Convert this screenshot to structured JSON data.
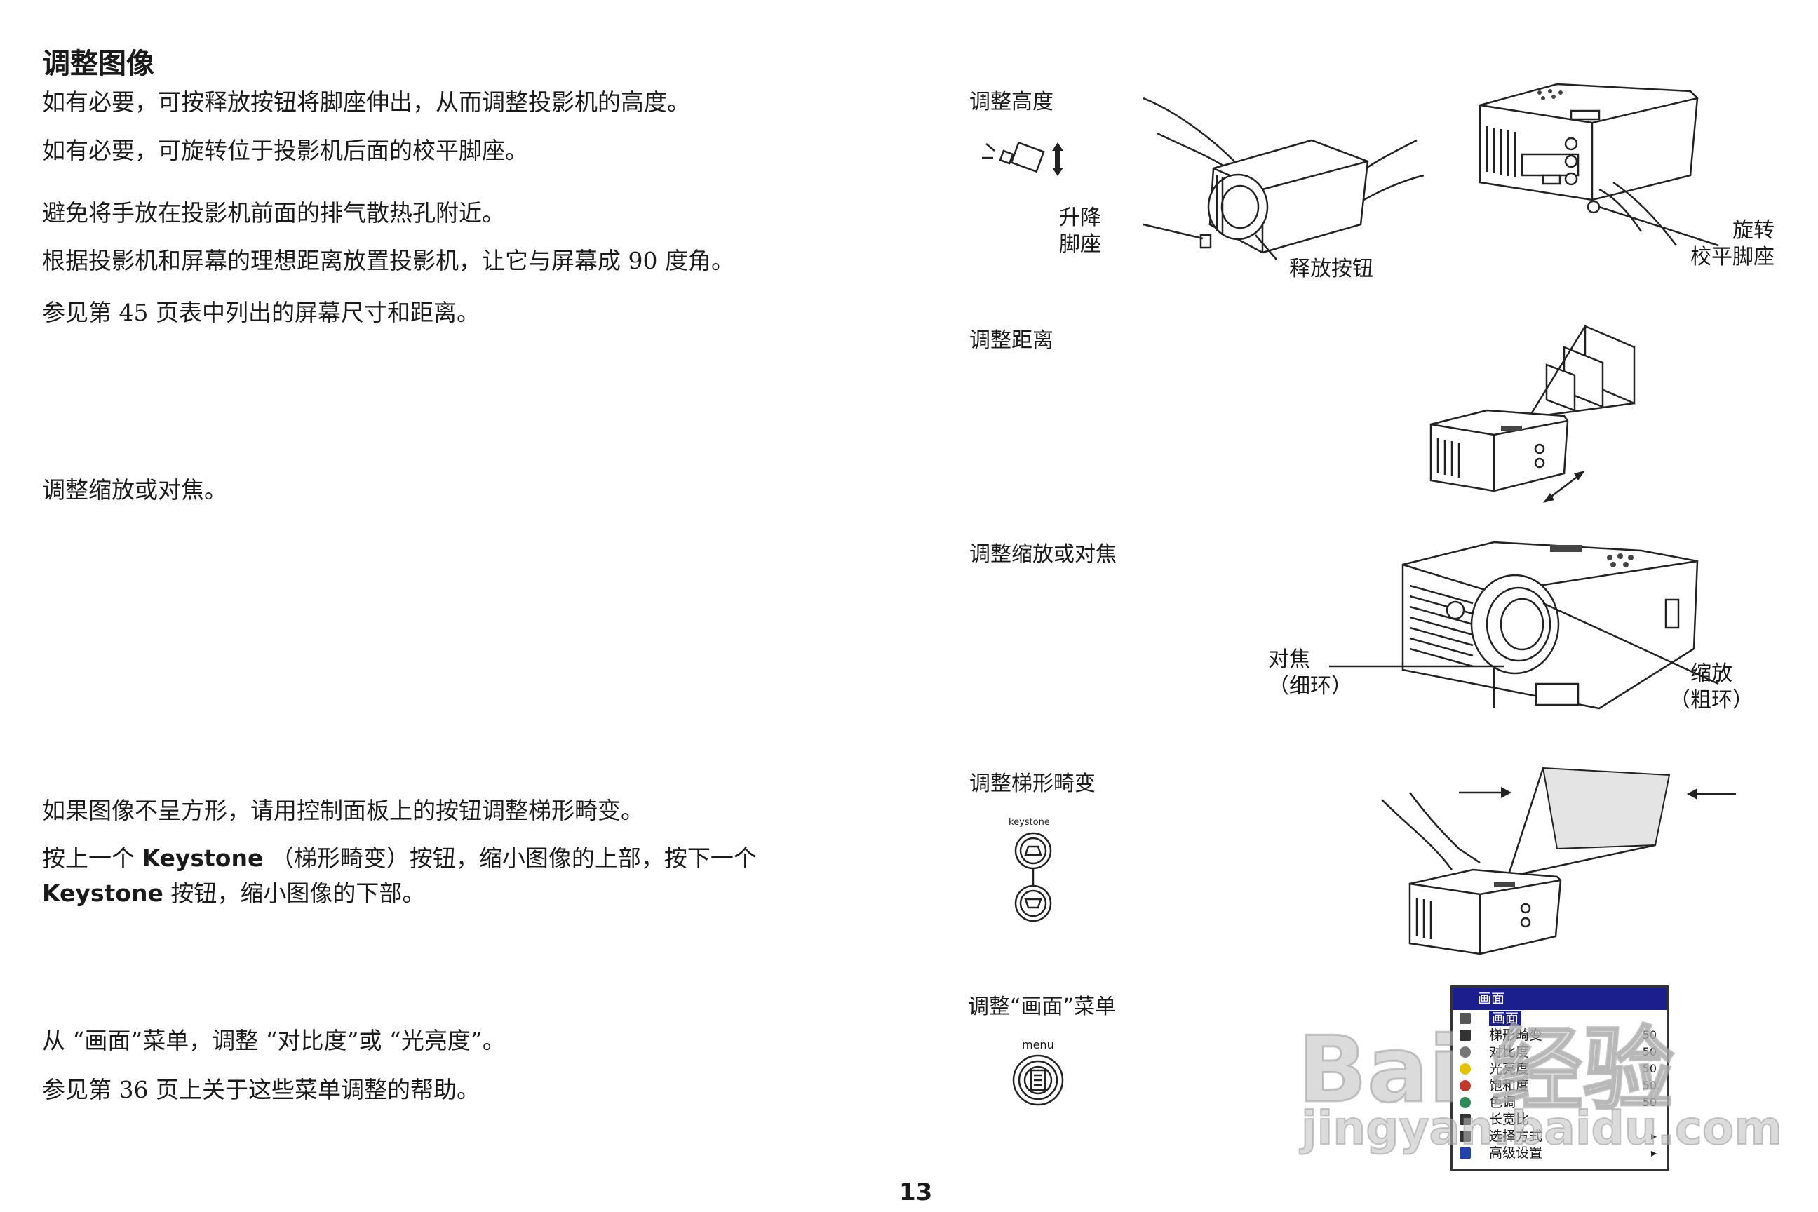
{
  "left": {
    "title": "调整图像",
    "p1": "如有必要，可按释放按钮将脚座伸出，从而调整投影机的高度。",
    "p2": "如有必要，可旋转位于投影机后面的校平脚座。",
    "p3": "避免将手放在投影机前面的排气散热孔附近。",
    "p4": "根据投影机和屏幕的理想距离放置投影机，让它与屏幕成 90 度角。",
    "p5": "参见第 45 页表中列出的屏幕尺寸和距离。",
    "p6": "调整缩放或对焦。",
    "p7": "如果图像不呈方形，请用控制面板上的按钮调整梯形畸变。",
    "p8_a": "按上一个 ",
    "p8_kw1": "Keystone",
    "p8_b": " （梯形畸变）按钮，缩小图像的上部，按下一个",
    "p8_kw2": "Keystone",
    "p8_c": " 按钮，缩小图像的下部。",
    "p9": "从 “画面”菜单，调整 “对比度”或 “光亮度”。",
    "p10": "参见第 36 页上关于这些菜单调整的帮助。"
  },
  "right": {
    "cap_height": "调整高度",
    "lbl_elevator_1": "升降",
    "lbl_elevator_2": "脚座",
    "lbl_release": "释放按钮",
    "lbl_rotate_1": "旋转",
    "lbl_rotate_2": "校平脚座",
    "cap_distance": "调整距离",
    "cap_zoom": "调整缩放或对焦",
    "lbl_focus_1": "对焦",
    "lbl_focus_2": "（细环）",
    "lbl_zoom_1": "缩放",
    "lbl_zoom_2": "（粗环）",
    "cap_keystone": "调整梯形畸变",
    "btn_keystone": "keystone",
    "cap_menu": "调整“画面”菜单",
    "btn_menu": "menu"
  },
  "osd": {
    "header": "画面",
    "rows": [
      {
        "label": "画面",
        "value": "",
        "icon": "back-arrow-icon",
        "selected": true
      },
      {
        "label": "梯形畸变",
        "value": "50",
        "icon": "keystone-icon"
      },
      {
        "label": "对比度",
        "value": "50",
        "icon": "contrast-icon"
      },
      {
        "label": "光亮度",
        "value": "50",
        "icon": "brightness-icon"
      },
      {
        "label": "饱和度",
        "value": "50",
        "icon": "saturation-icon"
      },
      {
        "label": "色调",
        "value": "50",
        "icon": "tint-icon"
      },
      {
        "label": "长宽比",
        "value": "",
        "icon": "aspect-ratio-icon"
      },
      {
        "label": "选择方式",
        "value": "▸",
        "icon": "presets-icon"
      },
      {
        "label": "高级设置",
        "value": "▸",
        "icon": "advanced-icon"
      }
    ]
  },
  "page_number": "13",
  "watermark": {
    "line1": "Bai 经验",
    "line2": "jingyan.baidu.com"
  }
}
